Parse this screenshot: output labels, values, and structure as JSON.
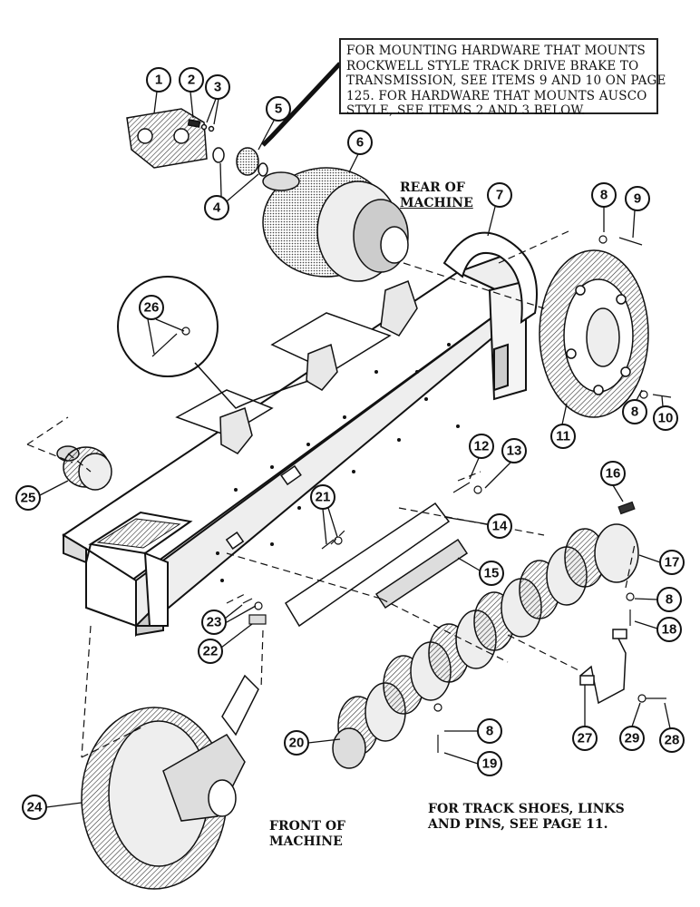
{
  "notes": {
    "mounting_hardware": [
      "FOR MOUNTING HARDWARE THAT MOUNTS",
      "ROCKWELL STYLE TRACK DRIVE BRAKE TO",
      "TRANSMISSION, SEE ITEMS 9 AND 10 ON PAGE",
      "125.  FOR HARDWARE THAT MOUNTS AUSCO",
      "STYLE, SEE ITEMS 2 AND 3 BELOW."
    ],
    "rear_of_machine": [
      "REAR OF",
      "MACHINE"
    ],
    "front_of_machine": [
      "FRONT OF",
      "MACHINE"
    ],
    "track_shoes": [
      "FOR TRACK SHOES, LINKS",
      "AND PINS, SEE PAGE 11."
    ]
  },
  "callouts": [
    "1",
    "2",
    "3",
    "4",
    "5",
    "6",
    "7",
    "8",
    "9",
    "8",
    "10",
    "11",
    "12",
    "13",
    "14",
    "15",
    "16",
    "17",
    "8",
    "18",
    "20",
    "8",
    "19",
    "21",
    "22",
    "23",
    "24",
    "25",
    "26",
    "27",
    "29",
    "28"
  ]
}
